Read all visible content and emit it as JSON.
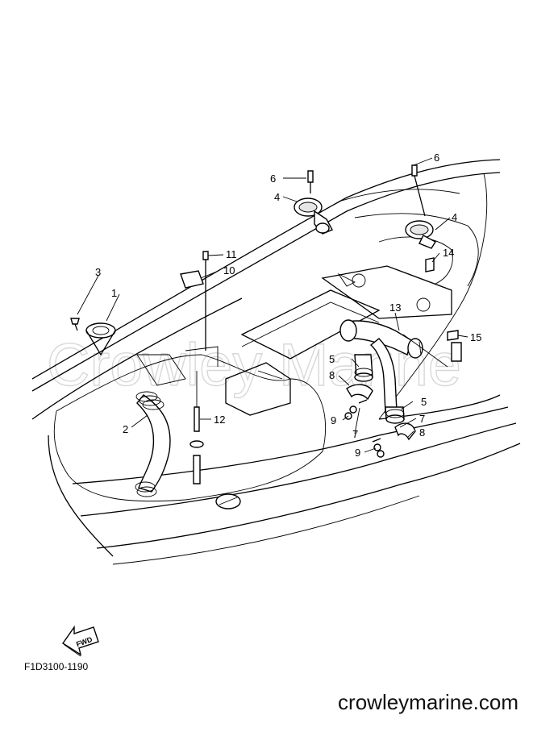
{
  "callouts": {
    "c1": "1",
    "c2": "2",
    "c3": "3",
    "c4a": "4",
    "c4b": "4",
    "c5a": "5",
    "c5b": "5",
    "c6a": "6",
    "c6b": "6",
    "c7a": "7",
    "c7b": "7",
    "c8a": "8",
    "c8b": "8",
    "c9a": "9",
    "c9b": "9",
    "c10": "10",
    "c11": "11",
    "c12": "12",
    "c13": "13",
    "c14": "14",
    "c15": "15"
  },
  "fwd_label": "FWD",
  "figure_code": "F1D3100-1190",
  "watermark": "Crowley Marine",
  "site_url": "crowleymarine.com",
  "colors": {
    "ink": "#000000",
    "paper": "#ffffff",
    "watermark": "#d8d8d8"
  }
}
